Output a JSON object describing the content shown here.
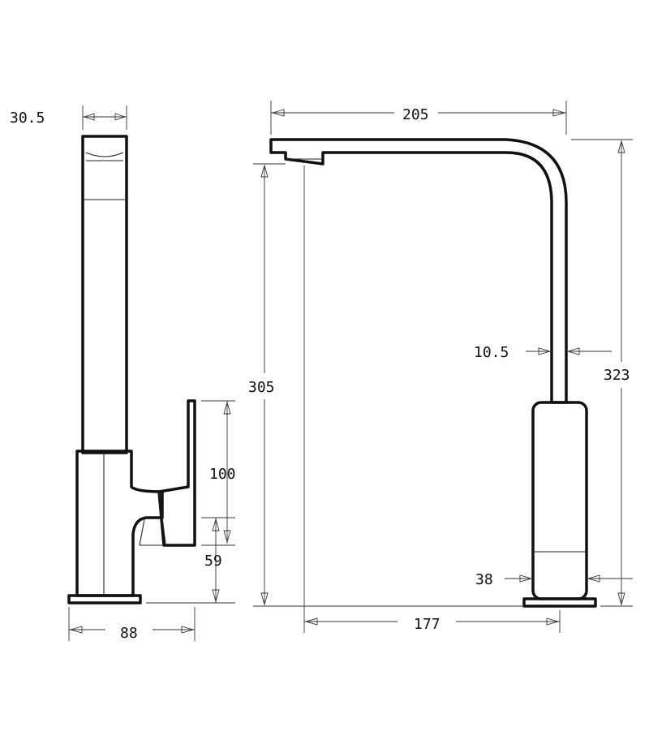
{
  "dimensions": {
    "side_width_top": "30.5",
    "base_width": "88",
    "handle_height": "100",
    "handle_base_height": "59",
    "spout_reach": "205",
    "spout_height": "305",
    "total_height": "323",
    "spout_thickness": "10.5",
    "body_width": "38",
    "centre_to_outlet": "177"
  },
  "colors": {
    "line": "#111111",
    "background": "#ffffff"
  }
}
